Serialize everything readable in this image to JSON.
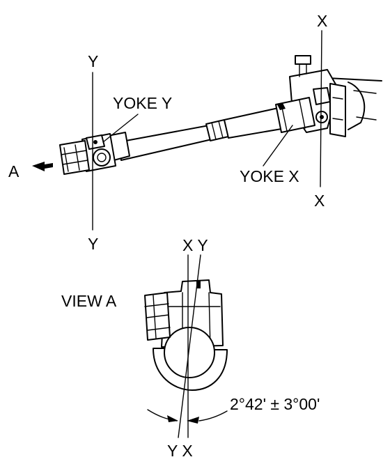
{
  "labels": {
    "axis_y": "Y",
    "axis_x": "X",
    "yoke_y": "YOKE Y",
    "yoke_x": "YOKE X",
    "arrow_a": "A",
    "view_a": "VIEW A",
    "xy_top": "X Y",
    "yx_bottom": "Y X",
    "angle_spec": "2°42' ± 3°00'"
  },
  "colors": {
    "ink": "#000000",
    "paper": "#ffffff"
  }
}
